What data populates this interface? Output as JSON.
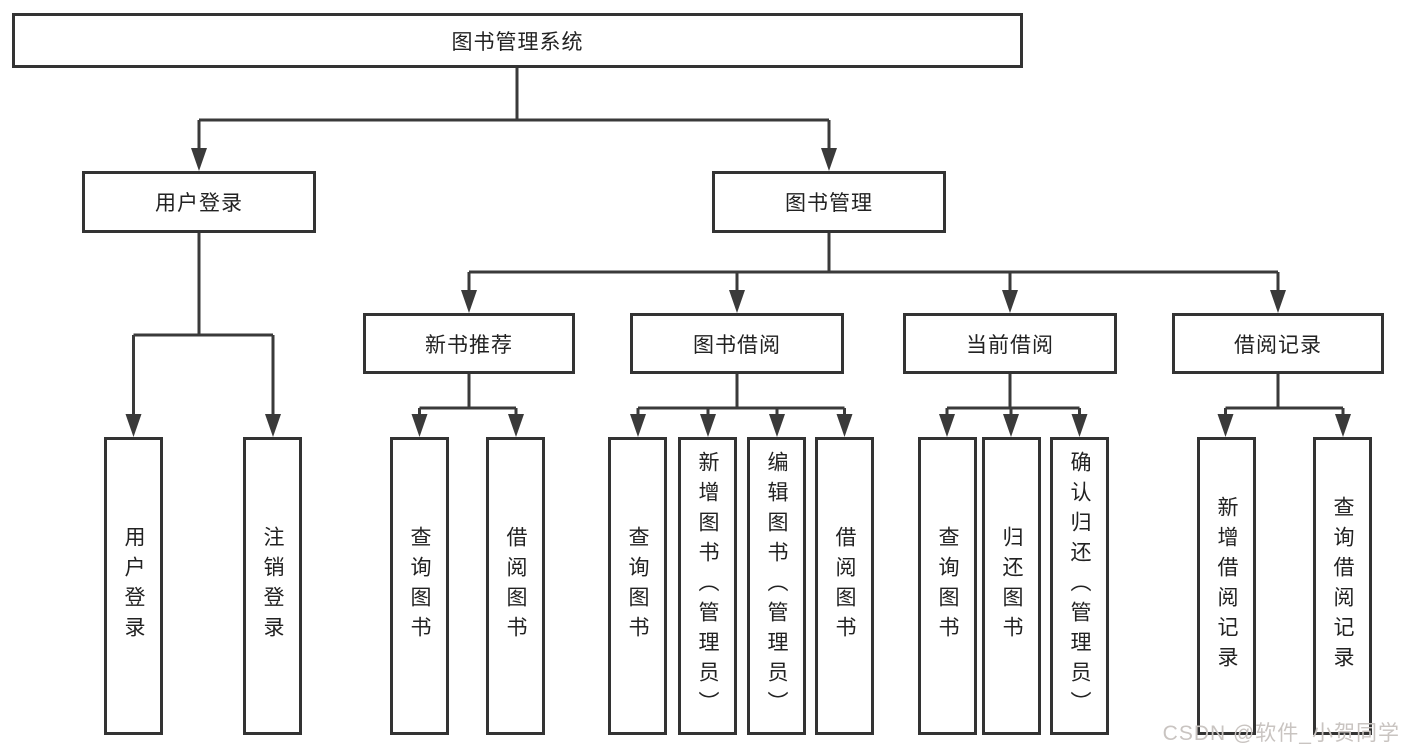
{
  "root": {
    "label": "图书管理系统"
  },
  "branches": [
    {
      "label": "用户登录",
      "children": [
        {
          "label": "用户登录"
        },
        {
          "label": "注销登录"
        }
      ]
    },
    {
      "label": "图书管理",
      "children": [
        {
          "label": "新书推荐",
          "children": [
            {
              "label": "查询图书"
            },
            {
              "label": "借阅图书"
            }
          ]
        },
        {
          "label": "图书借阅",
          "children": [
            {
              "label": "查询图书"
            },
            {
              "label": "新增图书（管理员）"
            },
            {
              "label": "编辑图书（管理员）"
            },
            {
              "label": "借阅图书"
            }
          ]
        },
        {
          "label": "当前借阅",
          "children": [
            {
              "label": "查询图书"
            },
            {
              "label": "归还图书"
            },
            {
              "label": "确认归还（管理员）"
            }
          ]
        },
        {
          "label": "借阅记录",
          "children": [
            {
              "label": "新增借阅记录"
            },
            {
              "label": "查询借阅记录"
            }
          ]
        }
      ]
    }
  ],
  "watermark": {
    "text": "CSDN @软件_小贺同学"
  },
  "colors": {
    "background": "#ffffff",
    "line": "#3a3a3a",
    "box_border": "#333333",
    "text": "#222222",
    "watermark": "#c9c4c1"
  }
}
